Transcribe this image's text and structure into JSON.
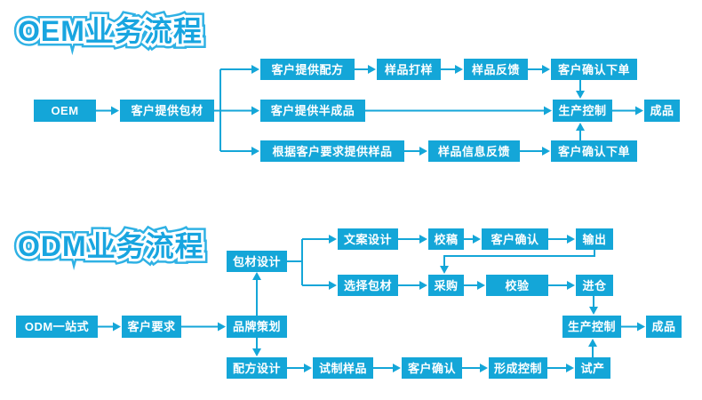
{
  "colors": {
    "primary": "#14a6d8",
    "title_fill": "#18a5e0",
    "title_outline": "#2fb1e4",
    "node_text": "#ffffff",
    "background": "#ffffff"
  },
  "oem": {
    "title": "OEM业务流程",
    "nodes": {
      "start": "OEM",
      "package": "客户提供包材",
      "formula": "客户提供配方",
      "proofing": "样品打样",
      "feedback": "样品反馈",
      "confirm_top": "客户确认下单",
      "semi": "客户提供半成品",
      "production": "生产控制",
      "finished": "成品",
      "sample_by_request": "根据客户要求提供样品",
      "sample_info_feedback": "样品信息反馈",
      "confirm_bottom": "客户确认下单"
    }
  },
  "odm": {
    "title": "ODM业务流程",
    "nodes": {
      "start": "ODM一站式",
      "requirement": "客户要求",
      "branding": "品牌策划",
      "package_design": "包材设计",
      "copy_design": "文案设计",
      "proofread": "校稿",
      "client_confirm_top": "客户确认",
      "output": "输出",
      "select_package": "选择包材",
      "purchase": "采购",
      "verify": "校验",
      "warehouse": "进仓",
      "formula_design": "配方设计",
      "trial_sample": "试制样品",
      "client_confirm_bottom": "客户确认",
      "form_control": "形成控制",
      "trial_production": "试产",
      "production": "生产控制",
      "finished": "成品"
    }
  }
}
